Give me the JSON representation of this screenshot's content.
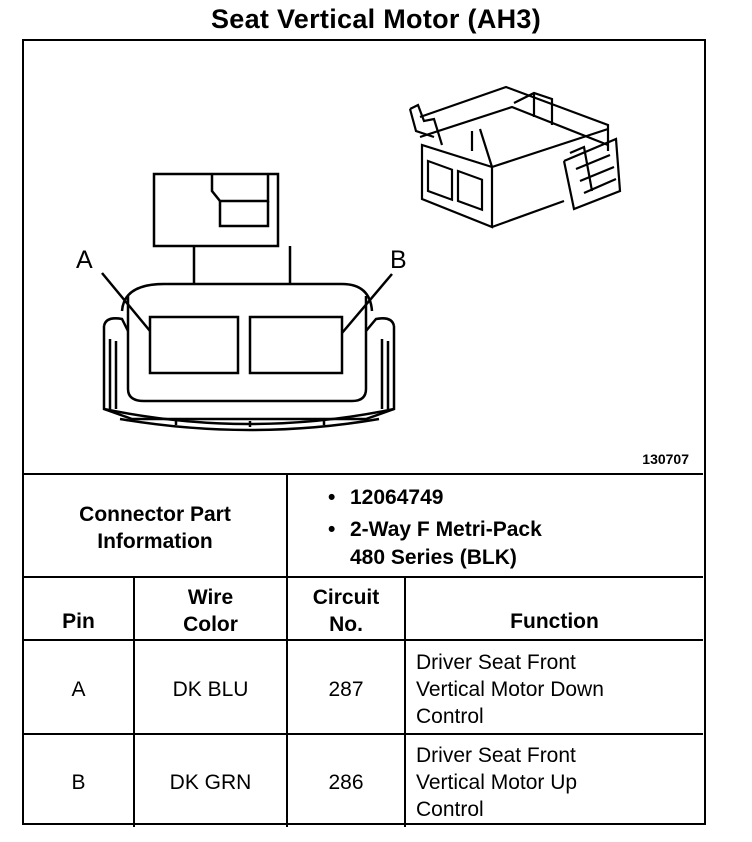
{
  "title": "Seat Vertical Motor (AH3)",
  "figure": {
    "figure_id": "130707",
    "pin_labels": [
      "A",
      "B"
    ]
  },
  "connector_info": {
    "label_line1": "Connector Part",
    "label_line2": "Information",
    "items": [
      {
        "bullet": "•",
        "lines": [
          "12064749"
        ]
      },
      {
        "bullet": "•",
        "lines": [
          "2-Way F Metri-Pack",
          "480 Series (BLK)"
        ]
      }
    ]
  },
  "table": {
    "headers": {
      "pin": "Pin",
      "wire_l1": "Wire",
      "wire_l2": "Color",
      "circuit_l1": "Circuit",
      "circuit_l2": "No.",
      "function": "Function"
    },
    "rows": [
      {
        "pin": "A",
        "wire": "DK BLU",
        "circuit": "287",
        "function": [
          "Driver Seat Front",
          "Vertical Motor Down",
          "Control"
        ]
      },
      {
        "pin": "B",
        "wire": "DK GRN",
        "circuit": "286",
        "function": [
          "Driver Seat Front",
          "Vertical Motor Up",
          "Control"
        ]
      }
    ]
  }
}
